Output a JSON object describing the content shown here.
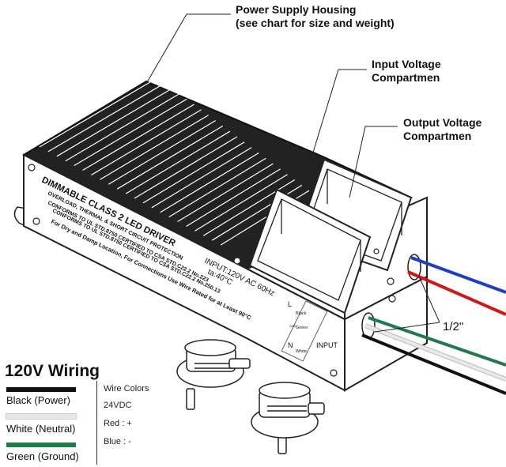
{
  "callouts": {
    "housing": [
      "Power Supply Housing",
      "(see chart for size and weight)"
    ],
    "input_compartment": [
      "Input Voltage",
      "Compartmen"
    ],
    "output_compartment": [
      "Output Voltage",
      "Compartmen"
    ],
    "knockout_size": "1/2\""
  },
  "label_panel": {
    "lines": [
      "DIMMABLE CLASS 2 LED DRIVER",
      "OVERLOAD, THERMAL & SHORT CIRCUIT PROTECTION",
      "CONFORMS TO UL STD.8750 CERTIFIED TO CSA STD.C22.2 No.223",
      "CONFORMS TO UL STD.8750 CERTIFIED TO CSA STD.C22.2 No.250.13",
      "For Dry and Damp Location, For Connections Use Wire Rated for at Least 90°C"
    ],
    "input_rating": "INPUT:120V AC 60Hz",
    "ambient": "ta:40°C",
    "terminal_letters": [
      "L",
      "N"
    ],
    "terminal_names": [
      "Black",
      "GND",
      "Green",
      "White"
    ],
    "terminal_block_label": "INPUT"
  },
  "wiring": {
    "title": "120V Wiring",
    "wires": [
      {
        "label": "Black (Power)",
        "color": "#111111"
      },
      {
        "label": "White (Neutral)",
        "color": "#e6e6e6"
      },
      {
        "label": "Green (Ground)",
        "color": "#1f7a4d"
      }
    ],
    "wire_colors": {
      "heading": "Wire Colors",
      "voltage": "24VDC",
      "red": "Red : +",
      "blue": "Blue : -"
    }
  },
  "lead_colors": {
    "blue": "#1f3fbf",
    "red": "#d01818",
    "green": "#1f7a4d",
    "white": "#e8e8e8",
    "black": "#111111"
  }
}
